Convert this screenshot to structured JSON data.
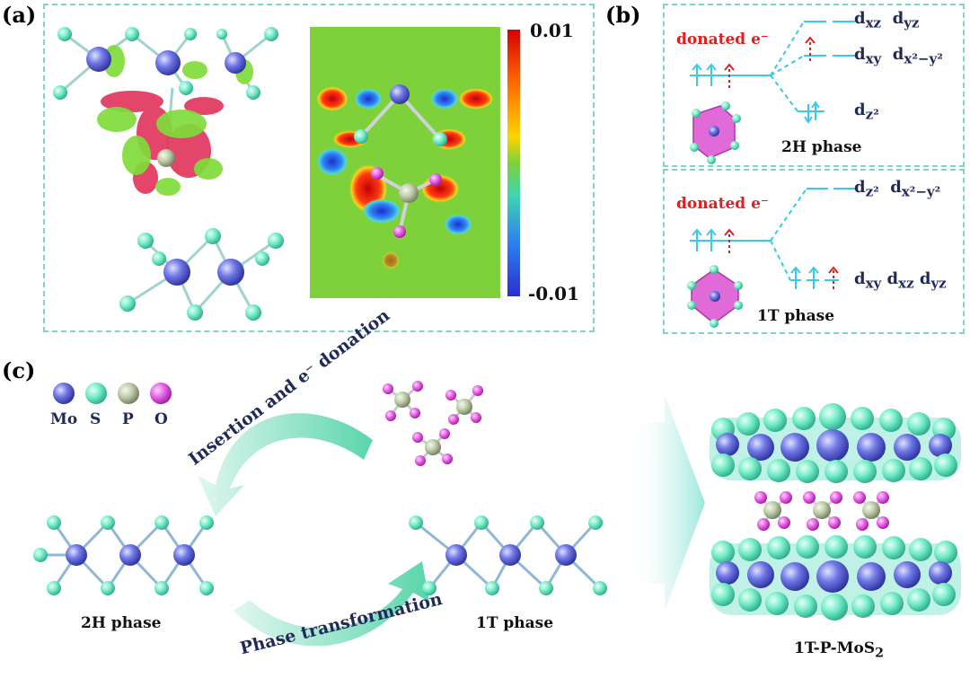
{
  "panels": {
    "a": "(a)",
    "b": "(b)",
    "c": "(c)"
  },
  "colorbar": {
    "max": "0.01",
    "min": "-0.01"
  },
  "orbitals_2h": {
    "donated": "donated e⁻",
    "top": "d<sub>xz</sub>&nbsp; d<sub>yz</sub>",
    "mid": "d<sub>xy</sub>&nbsp; d<sub>x²−y²</sub>",
    "low": "d<sub>z²</sub>",
    "phase": "2H phase"
  },
  "orbitals_1t": {
    "donated": "donated e⁻",
    "top": "d<sub>z²</sub>&nbsp; d<sub>x²−y²</sub>",
    "low": "d<sub>xy</sub> d<sub>xz</sub> d<sub>yz</sub>",
    "phase": "1T phase"
  },
  "legend": [
    {
      "label": "Mo",
      "color": "#6670e0"
    },
    {
      "label": "S",
      "color": "#5ee6c0"
    },
    {
      "label": "P",
      "color": "#b8c9a0"
    },
    {
      "label": "O",
      "color": "#e15be0"
    }
  ],
  "labels_c": {
    "top_arrow": "Insertion and e⁻ donation",
    "bottom_arrow": "Phase transformation",
    "left_phase": "2H phase",
    "right_phase": "1T phase",
    "product": "1T-P-MoS<sub>2</sub>"
  }
}
